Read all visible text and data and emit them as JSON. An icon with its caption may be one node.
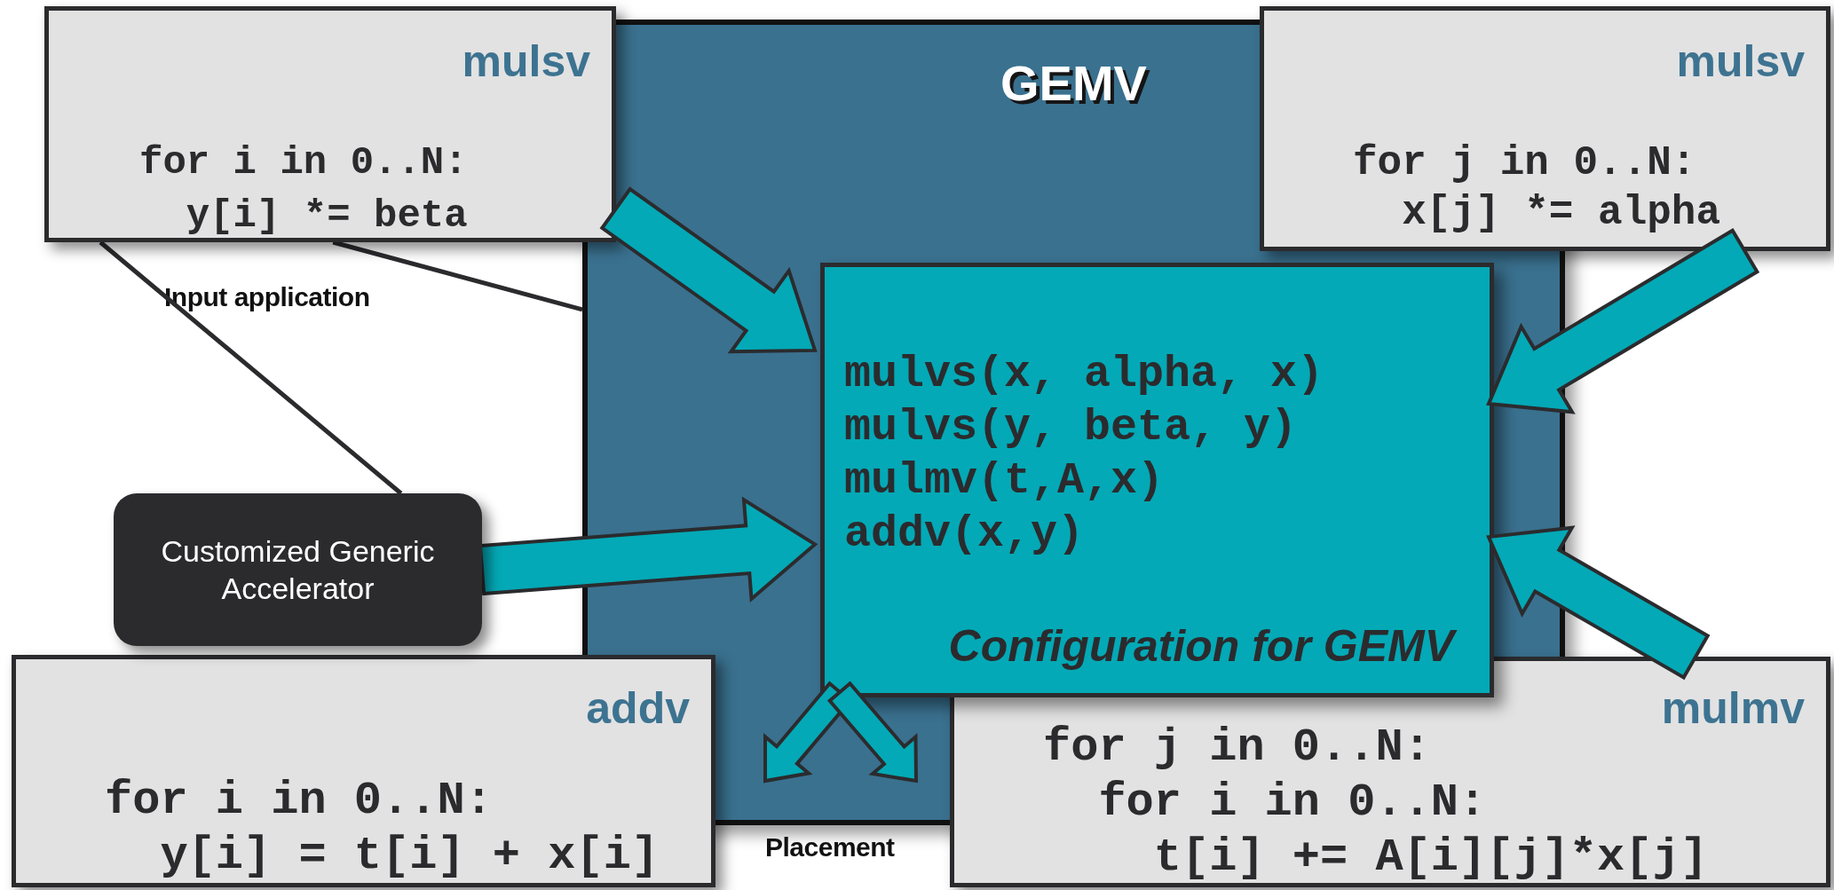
{
  "diagram": {
    "nodes": [
      {
        "text": [
          "mulsv",
          "for i in 0..N:",
          "y[i] *= beta"
        ]
      },
      {
        "text": [
          "GEMV"
        ]
      },
      {
        "text": [
          "mulvs(x, alpha, x)",
          "mulvs(y, beta, y)",
          "mulmv(t,A,x)",
          "addv(x,y)",
          "Configuration for GEMV"
        ],
        "in": 1
      },
      {
        "text": [
          "mulsv",
          "for j in 0..N:",
          "x[j] *= alpha"
        ]
      },
      {
        "text": [
          "addv",
          "for i in 0..N:",
          "y[i] = t[i] + x[i]"
        ]
      },
      {
        "text": [
          "Customized Generic Accelerator"
        ]
      },
      {
        "text": [
          "mulmv",
          "for j in 0..N:",
          "for i in 0..N:",
          "t[i] += A[i][j]*x[j]"
        ]
      }
    ],
    "edges": [
      {
        "from": 0,
        "to": 5,
        "arrow": "none",
        "color": "#2b2b2e"
      },
      {
        "from": 0,
        "to": 1,
        "arrow": "none",
        "color": "#2b2b2e"
      },
      {
        "from": 0,
        "to": 2,
        "arrow": "to",
        "style": "thick"
      },
      {
        "from": 5,
        "to": 2,
        "arrow": "to",
        "style": "thick"
      },
      {
        "from": 3,
        "to": 2,
        "arrow": "to",
        "style": "thick"
      },
      {
        "from": 6,
        "to": 2,
        "arrow": "to",
        "style": "thick"
      },
      {
        "from": 2,
        "to": null,
        "arrow": "to",
        "style": "thick"
      },
      {
        "from": 2,
        "to": null,
        "arrow": "to",
        "style": "thick"
      }
    ],
    "labels": [
      "Input application",
      "Placement"
    ]
  }
}
